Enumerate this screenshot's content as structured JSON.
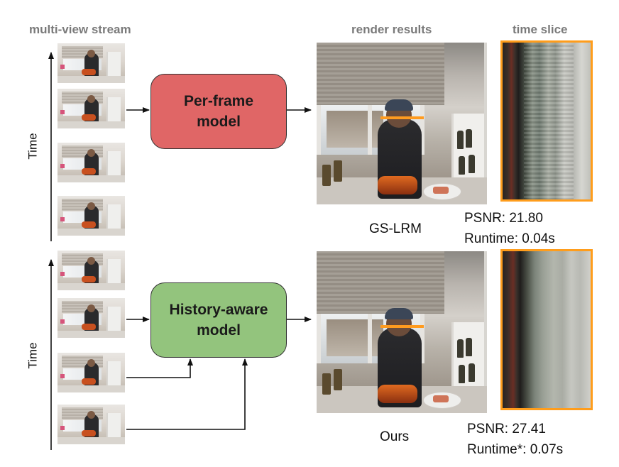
{
  "headers": {
    "stream": "multi-view stream",
    "render": "render results",
    "slice": "time slice"
  },
  "time_axis_label": "Time",
  "top": {
    "model_label": "Per-frame\nmodel",
    "model_color": "#e06666",
    "method": "GS-LRM",
    "psnr": "PSNR: 21.80",
    "runtime": "Runtime: 0.04s"
  },
  "bottom": {
    "model_label": "History-aware\nmodel",
    "model_color": "#93c47d",
    "method": "Ours",
    "psnr": "PSNR: 27.41",
    "runtime": "Runtime*: 0.07s"
  },
  "colors": {
    "highlight": "#ff9d1c",
    "arrow": "#111111"
  }
}
